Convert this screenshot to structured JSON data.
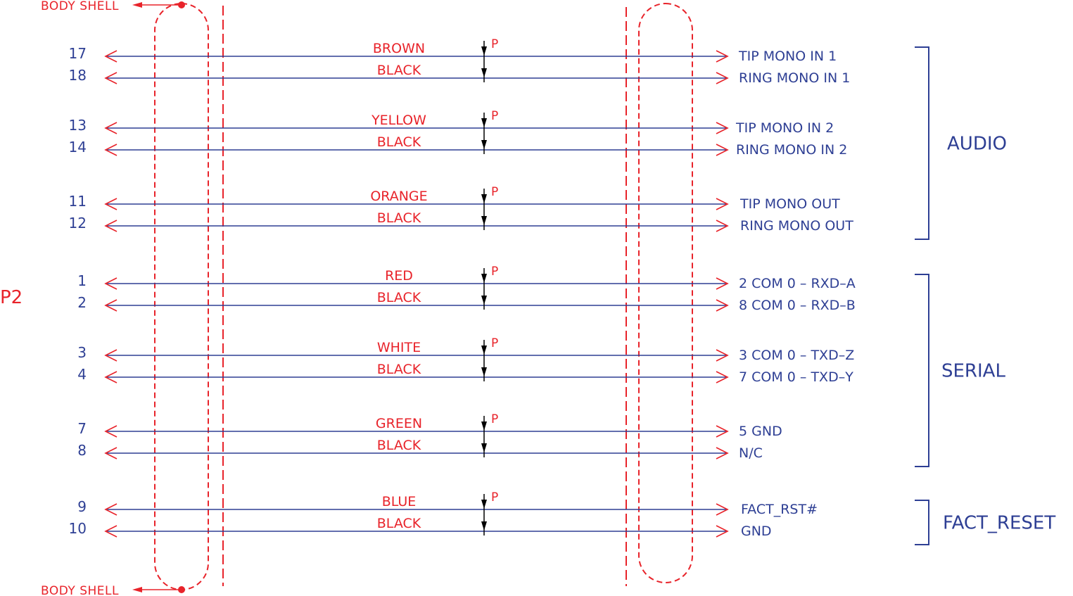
{
  "connector_label": "P2",
  "body_shell_label": "BODY SHELL",
  "pair_marker": "P",
  "colors": {
    "wire": "#2e3f94",
    "annotation": "#e8232a",
    "marker": "#000000",
    "background": "#ffffff"
  },
  "pairs": [
    {
      "pins": [
        "17",
        "18"
      ],
      "wire_colors": [
        "BROWN",
        "BLACK"
      ],
      "signals": [
        "TIP  MONO  IN  1",
        "RING  MONO  IN  1"
      ]
    },
    {
      "pins": [
        "13",
        "14"
      ],
      "wire_colors": [
        "YELLOW",
        "BLACK"
      ],
      "signals": [
        "TIP  MONO  IN  2",
        "RING  MONO  IN  2"
      ]
    },
    {
      "pins": [
        "11",
        "12"
      ],
      "wire_colors": [
        "ORANGE",
        "BLACK"
      ],
      "signals": [
        "TIP  MONO  OUT",
        "RING  MONO  OUT"
      ]
    },
    {
      "pins": [
        "1",
        "2"
      ],
      "wire_colors": [
        "RED",
        "BLACK"
      ],
      "signals": [
        "2  COM  0  –  RXD–A",
        "8  COM  0  –  RXD–B"
      ]
    },
    {
      "pins": [
        "3",
        "4"
      ],
      "wire_colors": [
        "WHITE",
        "BLACK"
      ],
      "signals": [
        "3  COM  0  –  TXD–Z",
        "7  COM  0  –  TXD–Y"
      ]
    },
    {
      "pins": [
        "7",
        "8"
      ],
      "wire_colors": [
        "GREEN",
        "BLACK"
      ],
      "signals": [
        "5  GND",
        "N/C"
      ]
    },
    {
      "pins": [
        "9",
        "10"
      ],
      "wire_colors": [
        "BLUE",
        "BLACK"
      ],
      "signals": [
        "FACT_RST#",
        "GND"
      ]
    }
  ],
  "groups": [
    {
      "label": "AUDIO",
      "first_pair": 0,
      "last_pair": 2
    },
    {
      "label": "SERIAL",
      "first_pair": 3,
      "last_pair": 5
    },
    {
      "label": "FACT_RESET",
      "first_pair": 6,
      "last_pair": 6
    }
  ]
}
